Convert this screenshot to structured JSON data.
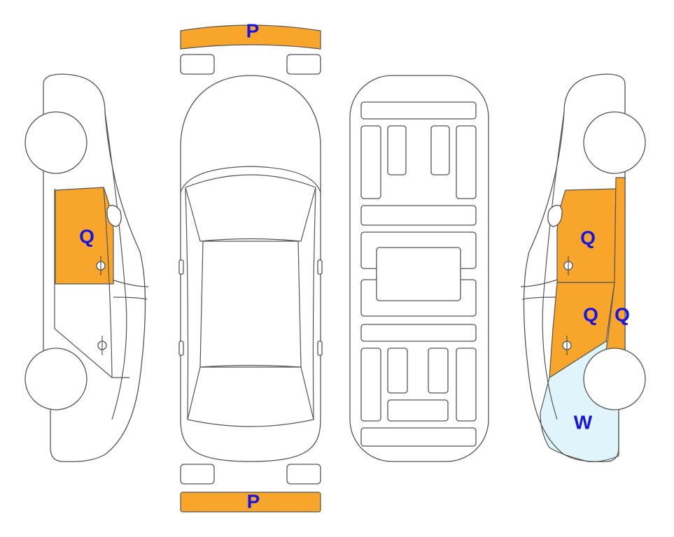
{
  "colors": {
    "P": "#f8a62b",
    "Q": "#f8a62b",
    "W": "#dff5fb",
    "label": "#1a14e0",
    "outline": "#555555"
  },
  "markers": {
    "front_bumper": "P",
    "rear_bumper": "P",
    "left_rear_door": "Q",
    "right_front_door": "Q",
    "right_rear_door": "Q",
    "right_pillar": "Q",
    "right_rear_fender": "W"
  }
}
